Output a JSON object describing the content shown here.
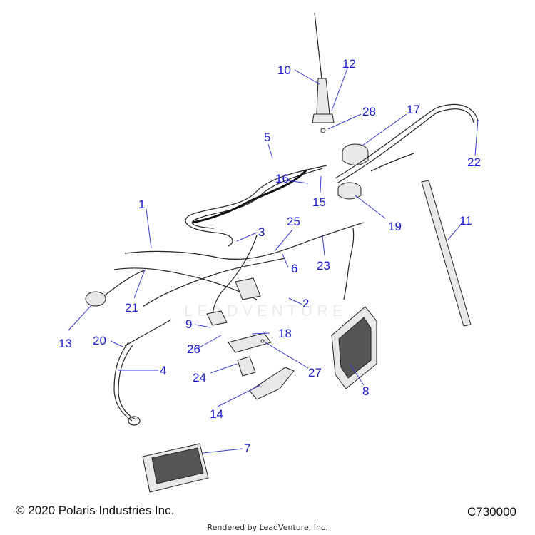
{
  "callouts": [
    "1",
    "2",
    "3",
    "4",
    "5",
    "6",
    "7",
    "8",
    "9",
    "10",
    "11",
    "12",
    "13",
    "14",
    "15",
    "16",
    "17",
    "18",
    "19",
    "20",
    "21",
    "22",
    "23",
    "24",
    "25",
    "26",
    "27",
    "28"
  ],
  "footer": {
    "copyright": "© 2020 Polaris Industries Inc.",
    "diagram_code": "C730000",
    "rendered_by": "Rendered by LeadVenture, Inc."
  },
  "watermark": "LEADVENTURE",
  "colors": {
    "callout": "#1a1acc",
    "line": "#222222"
  }
}
